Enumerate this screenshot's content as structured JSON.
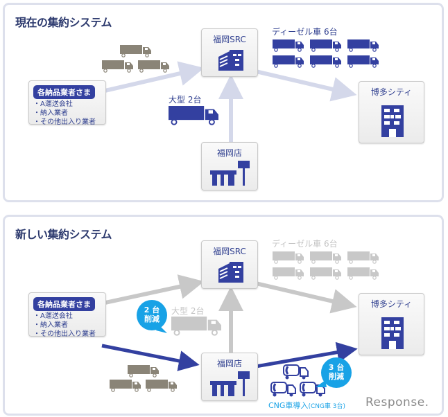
{
  "colors": {
    "navy": "#3340a0",
    "truck_brown": "#8a8477",
    "arrow_light": "#d4d8ea",
    "arrow_grey": "#c8c8c8",
    "bubble_blue": "#18a2e6"
  },
  "current_system": {
    "title": "現在の集約システム",
    "src_node": {
      "label": "福岡SRC",
      "icon": "factory-building-icon"
    },
    "city_node": {
      "label": "博多シティ",
      "icon": "office-building-icon"
    },
    "store_node": {
      "label": "福岡店",
      "icon": "store-icon"
    },
    "vendor_node": {
      "heading": "各納品業者さま",
      "items": [
        "・A運送会社",
        "・納入業者",
        "・その他出入り業者"
      ]
    },
    "diesel_label": "ディーゼル車 6台",
    "large_truck_label": "大型 2台"
  },
  "new_system": {
    "title": "新しい集約システム",
    "src_node": {
      "label": "福岡SRC",
      "icon": "factory-building-icon"
    },
    "city_node": {
      "label": "博多シティ",
      "icon": "office-building-icon"
    },
    "store_node": {
      "label": "福岡店",
      "icon": "store-icon"
    },
    "vendor_node": {
      "heading": "各納品業者さま",
      "items": [
        "・A運送会社",
        "・納入業者",
        "・その他出入り業者"
      ]
    },
    "diesel_label": "ディーゼル車 6台",
    "large_truck_label": "大型 2台",
    "reduction_bubble_1": {
      "line1": "2 台",
      "line2": "削減"
    },
    "reduction_bubble_2": {
      "line1": "3 台",
      "line2": "削減"
    },
    "cng_label": "CNG車導入",
    "cng_note": "(CNG車 3台)"
  },
  "watermark": "Response."
}
